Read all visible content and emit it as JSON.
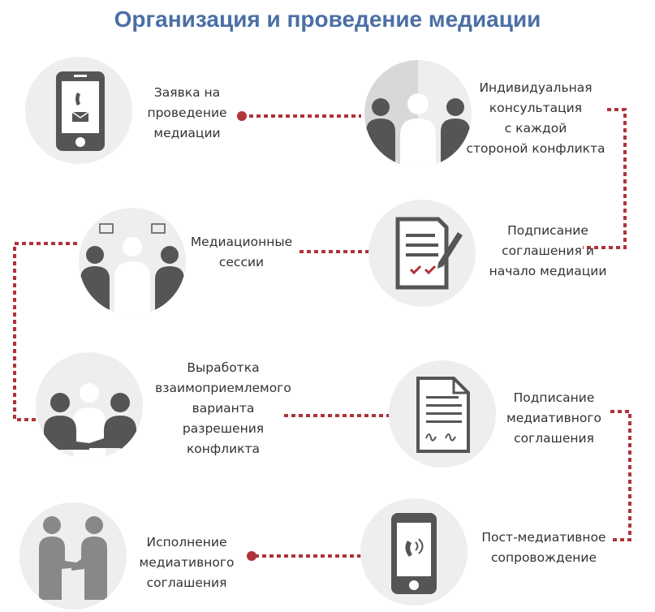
{
  "title": "Организация и проведение медиации",
  "colors": {
    "title": "#4a6fa5",
    "connector": "#b0333a",
    "icon": "#555555",
    "circle": "#eeeeee"
  },
  "steps": [
    {
      "icon": "phone-message-icon",
      "label": "Заявка на\nпроведение\nмедиации"
    },
    {
      "icon": "individual-consultation-icon",
      "label": "Индивидуальная\nконсультация\nс каждой\nстороной конфликта"
    },
    {
      "icon": "mediation-sessions-icon",
      "label": "Медиационные\nсессии"
    },
    {
      "icon": "signed-document-icon",
      "label": "Подписание\nсоглашения и\nначало медиации"
    },
    {
      "icon": "handshake-group-icon",
      "label": "Выработка\nвзаимоприемлемого\nварианта\nразрешения\nконфликта"
    },
    {
      "icon": "agreement-document-icon",
      "label": "Подписание\nмедиативного\nсоглашения"
    },
    {
      "icon": "handshake-icon",
      "label": "Исполнение\nмедиативного\nсоглашения"
    },
    {
      "icon": "phone-call-icon",
      "label": "Пост-медиативное\nсопровождение"
    }
  ]
}
